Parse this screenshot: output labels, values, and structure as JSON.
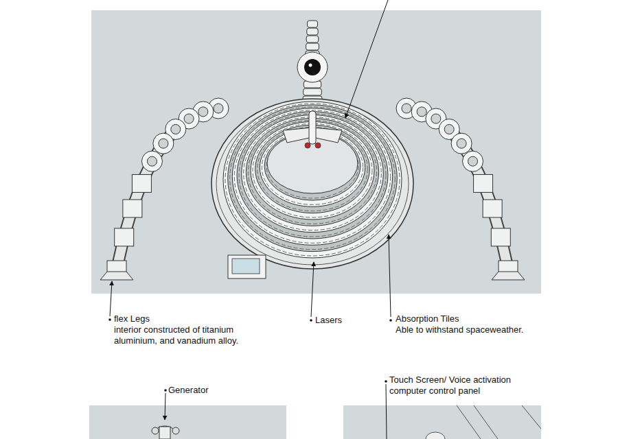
{
  "diagram": {
    "labels": [
      "flex Legs",
      "interior constructed of titanium aluminium, and vanadium alloy.",
      "Lasers",
      "Absorption Tiles",
      "Able to withstand spaceweather.",
      "Generator",
      "Touch Screen/ Voice activation computer control panel"
    ]
  }
}
